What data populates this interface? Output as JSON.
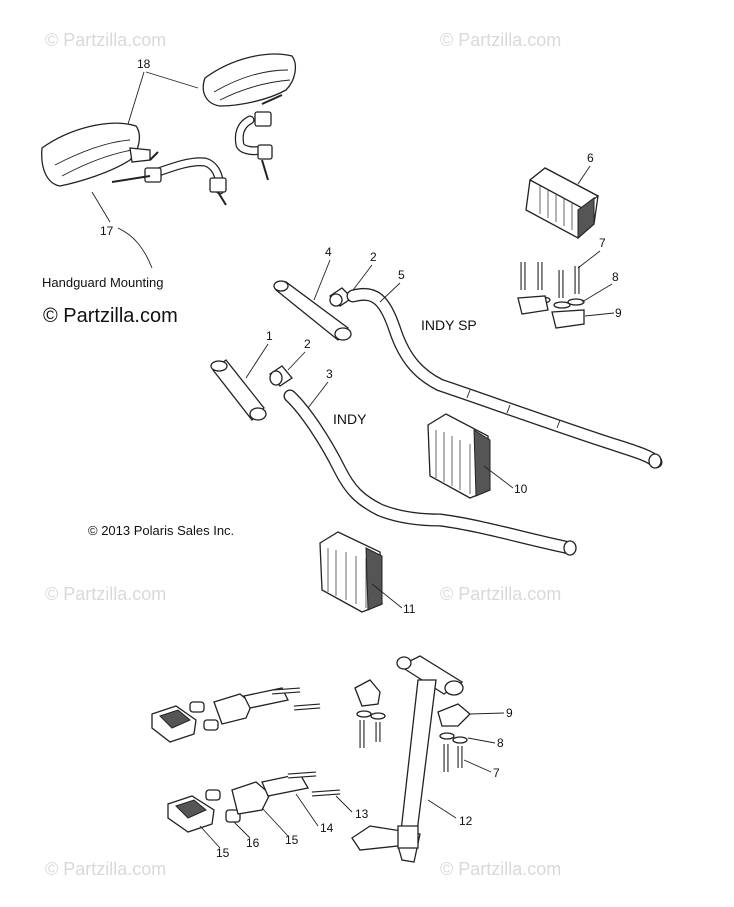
{
  "watermarks": [
    "© Partzilla.com",
    "© Partzilla.com",
    "© Partzilla.com",
    "© Partzilla.com",
    "© Partzilla.com",
    "© Partzilla.com"
  ],
  "brand": "© Partzilla.com",
  "copyright": "© 2013 Polaris Sales Inc.",
  "labels": {
    "handguard": "Handguard Mounting",
    "indy_sp": "INDY SP",
    "indy": "INDY"
  },
  "callouts": [
    "18",
    "17",
    "4",
    "2",
    "5",
    "1",
    "2",
    "3",
    "6",
    "7",
    "8",
    "9",
    "10",
    "11",
    "9",
    "8",
    "7",
    "12",
    "13",
    "14",
    "15",
    "16",
    "15"
  ]
}
